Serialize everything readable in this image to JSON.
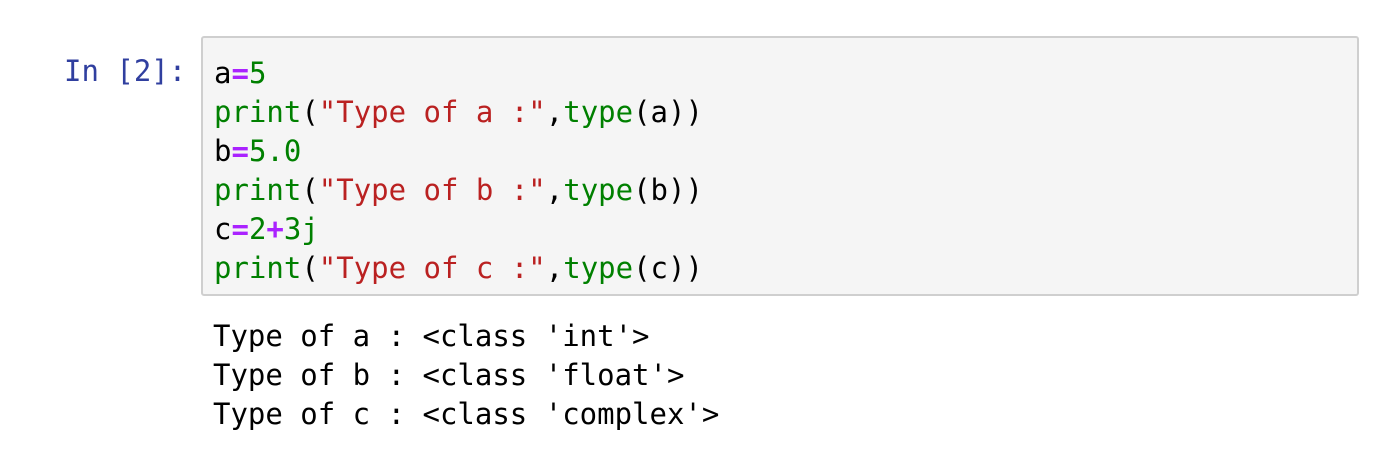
{
  "cell": {
    "prompt": "In [2]:",
    "code_lines": [
      [
        {
          "t": "a",
          "k": "name"
        },
        {
          "t": "=",
          "k": "op"
        },
        {
          "t": "5",
          "k": "num"
        }
      ],
      [
        {
          "t": "print",
          "k": "builtin"
        },
        {
          "t": "(",
          "k": "punc"
        },
        {
          "t": "\"Type of a :\"",
          "k": "str"
        },
        {
          "t": ",",
          "k": "punc"
        },
        {
          "t": "type",
          "k": "builtin"
        },
        {
          "t": "(a))",
          "k": "punc"
        }
      ],
      [
        {
          "t": "b",
          "k": "name"
        },
        {
          "t": "=",
          "k": "op"
        },
        {
          "t": "5.0",
          "k": "num"
        }
      ],
      [
        {
          "t": "print",
          "k": "builtin"
        },
        {
          "t": "(",
          "k": "punc"
        },
        {
          "t": "\"Type of b :\"",
          "k": "str"
        },
        {
          "t": ",",
          "k": "punc"
        },
        {
          "t": "type",
          "k": "builtin"
        },
        {
          "t": "(b))",
          "k": "punc"
        }
      ],
      [
        {
          "t": "c",
          "k": "name"
        },
        {
          "t": "=",
          "k": "op"
        },
        {
          "t": "2",
          "k": "num"
        },
        {
          "t": "+",
          "k": "op"
        },
        {
          "t": "3j",
          "k": "num"
        }
      ],
      [
        {
          "t": "print",
          "k": "builtin"
        },
        {
          "t": "(",
          "k": "punc"
        },
        {
          "t": "\"Type of c :\"",
          "k": "str"
        },
        {
          "t": ",",
          "k": "punc"
        },
        {
          "t": "type",
          "k": "builtin"
        },
        {
          "t": "(c))",
          "k": "punc"
        }
      ]
    ],
    "output_lines": [
      "Type of a : <class 'int'>",
      "Type of b : <class 'float'>",
      "Type of c : <class 'complex'>"
    ]
  },
  "colors": {
    "prompt": "#303f9f",
    "keyword_builtin": "#008000",
    "string": "#ba2121",
    "operator": "#aa22ff",
    "input_background": "#f5f5f5",
    "input_border": "#cfcfcf"
  }
}
